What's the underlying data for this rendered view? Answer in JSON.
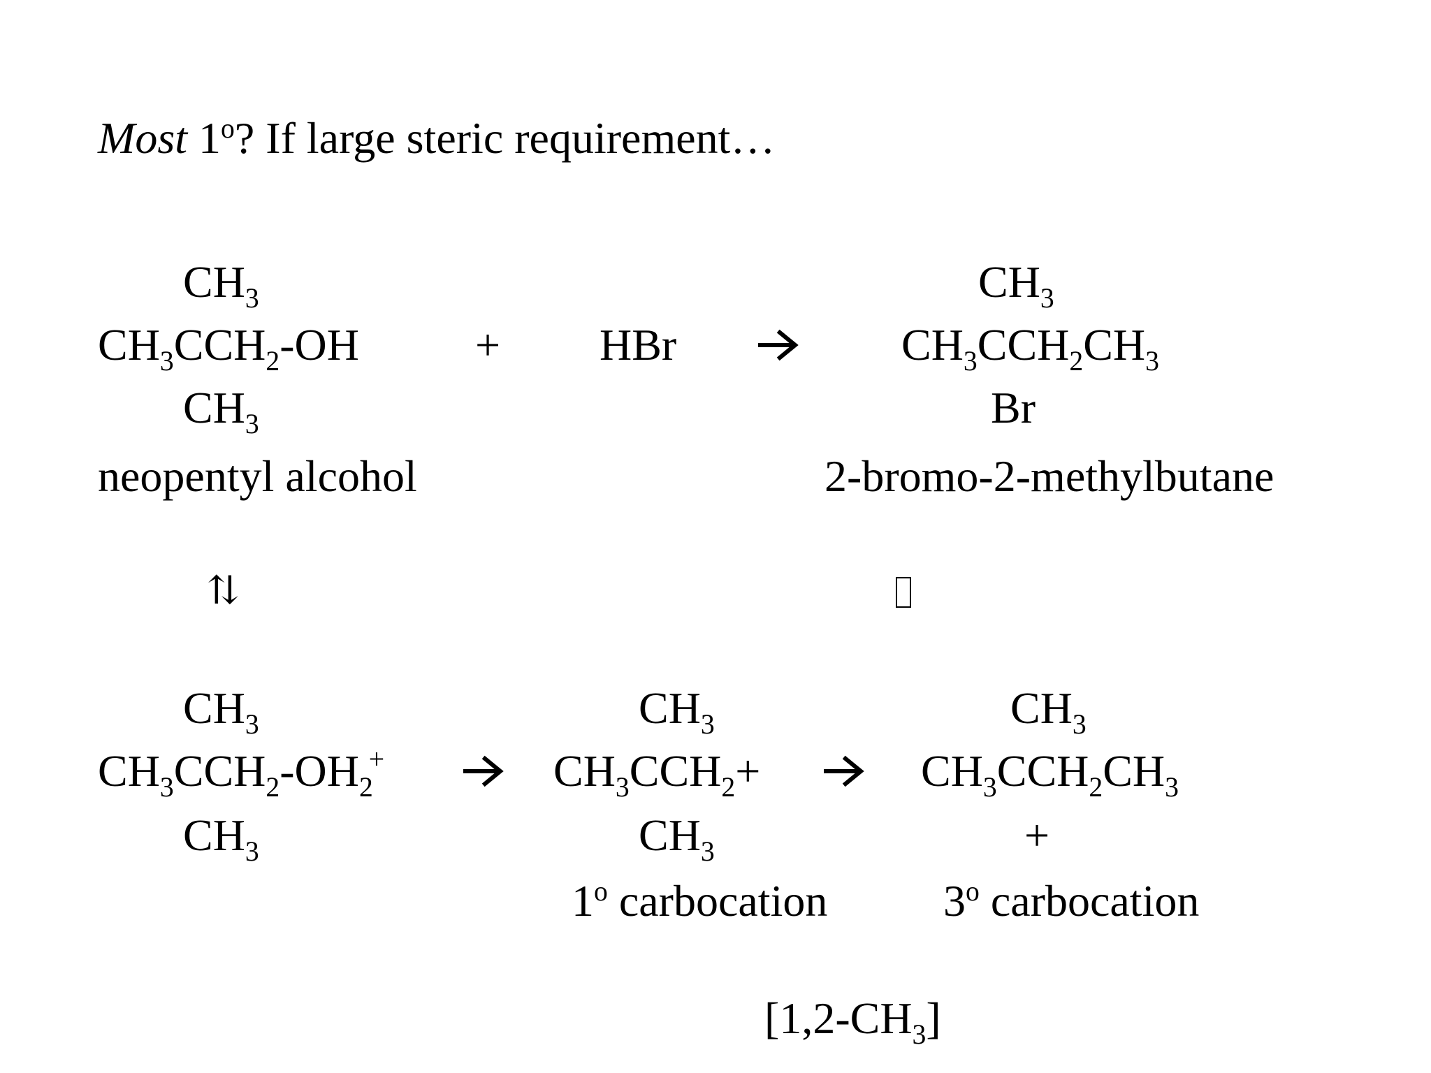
{
  "title": {
    "italic": "Most",
    "num": "1",
    "deg": "o",
    "rest": "?  If large steric requirement…"
  },
  "reaction1": {
    "reactant": {
      "top": {
        "a": "CH",
        "s": "3"
      },
      "main": {
        "a": "CH",
        "s1": "3",
        "b": "CCH",
        "s2": "2",
        "c": "-OH"
      },
      "bottom": {
        "a": "CH",
        "s": "3"
      },
      "name": "neopentyl alcohol"
    },
    "plus": "+",
    "reagent": "HBr",
    "arrow": "right-arrow",
    "product": {
      "top": {
        "a": "CH",
        "s": "3"
      },
      "main": {
        "a": "CH",
        "s1": "3",
        "b": "CCH",
        "s2": "2",
        "c": "CH",
        "s3": "3"
      },
      "bottom": "Br",
      "name": "2-bromo-2-methylbutane"
    }
  },
  "equilibrium_symbol": "⇅",
  "missing_glyph_icon": "unrendered-glyph-box",
  "reaction2": {
    "oxonium": {
      "top": {
        "a": "CH",
        "s": "3"
      },
      "main": {
        "a": "CH",
        "s1": "3",
        "b": "CCH",
        "s2": "2",
        "c": "-OH",
        "s3": "2",
        "sup": "+"
      },
      "bottom": {
        "a": "CH",
        "s": "3"
      }
    },
    "primary": {
      "top": {
        "a": "CH",
        "s": "3"
      },
      "main": {
        "a": "CH",
        "s1": "3",
        "b": "CCH",
        "s2": "2",
        "c": "+"
      },
      "bottom": {
        "a": "CH",
        "s": "3"
      },
      "label": {
        "num": "1",
        "deg": "o",
        "rest": " carbocation"
      }
    },
    "tertiary": {
      "top": {
        "a": "CH",
        "s": "3"
      },
      "main": {
        "a": "CH",
        "s1": "3",
        "b": "CCH",
        "s2": "2",
        "c": "CH",
        "s3": "3"
      },
      "bottom": "+",
      "label": {
        "num": "3",
        "deg": "o",
        "rest": " carbocation"
      }
    },
    "shift": {
      "a": "[1,2-CH",
      "s": "3",
      "b": "]"
    }
  }
}
